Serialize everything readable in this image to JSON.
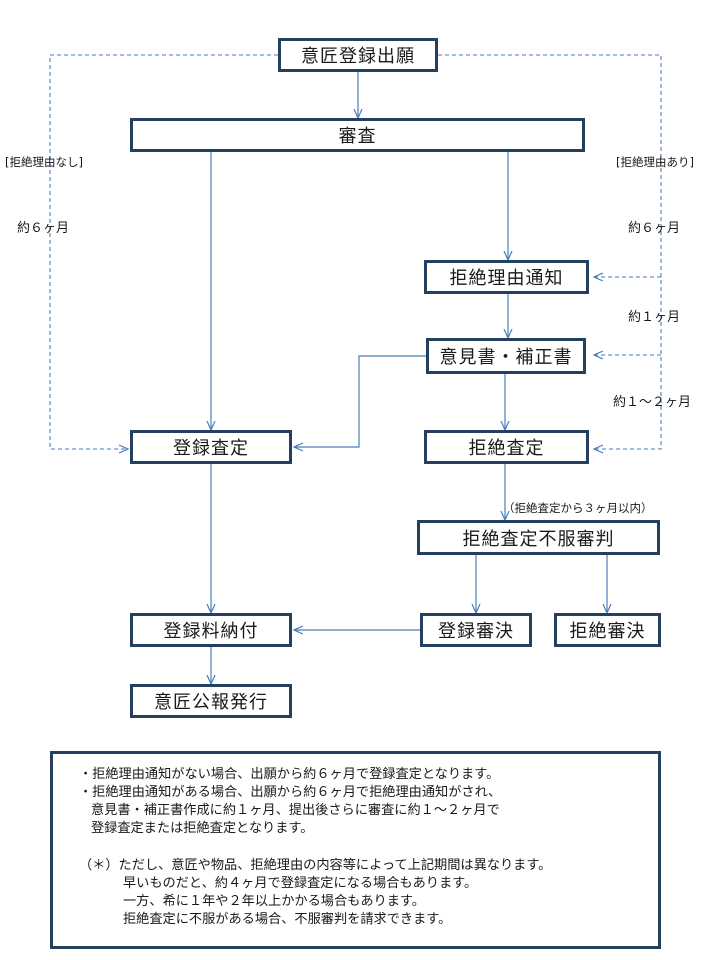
{
  "boxes": {
    "application": "意匠登録出願",
    "examination": "審査",
    "refusal_notice": "拒絶理由通知",
    "opinion_amendment": "意見書・補正書",
    "registration_decision": "登録査定",
    "refusal_decision": "拒絶査定",
    "appeal": "拒絶査定不服審判",
    "registration_appeal_decision": "登録審決",
    "refusal_appeal_decision": "拒絶審決",
    "registration_fee": "登録料納付",
    "gazette": "意匠公報発行"
  },
  "labels": {
    "no_reason": "[拒絶理由なし]",
    "has_reason": "[拒絶理由あり]",
    "approx_6_left": "約６ヶ月",
    "approx_6_right": "約６ヶ月",
    "approx_1": "約１ヶ月",
    "approx_1_2": "約１～２ヶ月",
    "appeal_window": "（拒絶査定から３ヶ月以内）"
  },
  "note": {
    "line1": "・拒絶理由通知がない場合、出願から約６ヶ月で登録査定となります。",
    "line2": "・拒絶理由通知がある場合、出願から約６ヶ月で拒絶理由通知がされ、",
    "line3": "意見書・補正書作成に約１ヶ月、提出後さらに審査に約１～２ヶ月で",
    "line4": "登録査定または拒絶査定となります。",
    "line5": "（＊）ただし、意匠や物品、拒絶理由の内容等によって上記期間は異なります。",
    "line6": "早いものだと、約４ヶ月で登録査定になる場合もあります。",
    "line7": "一方、希に１年や２年以上かかる場合もあります。",
    "line8": "拒絶査定に不服がある場合、不服審判を請求できます。"
  },
  "colors": {
    "box_border": "#243f60",
    "arrow": "#4a7ebb"
  }
}
